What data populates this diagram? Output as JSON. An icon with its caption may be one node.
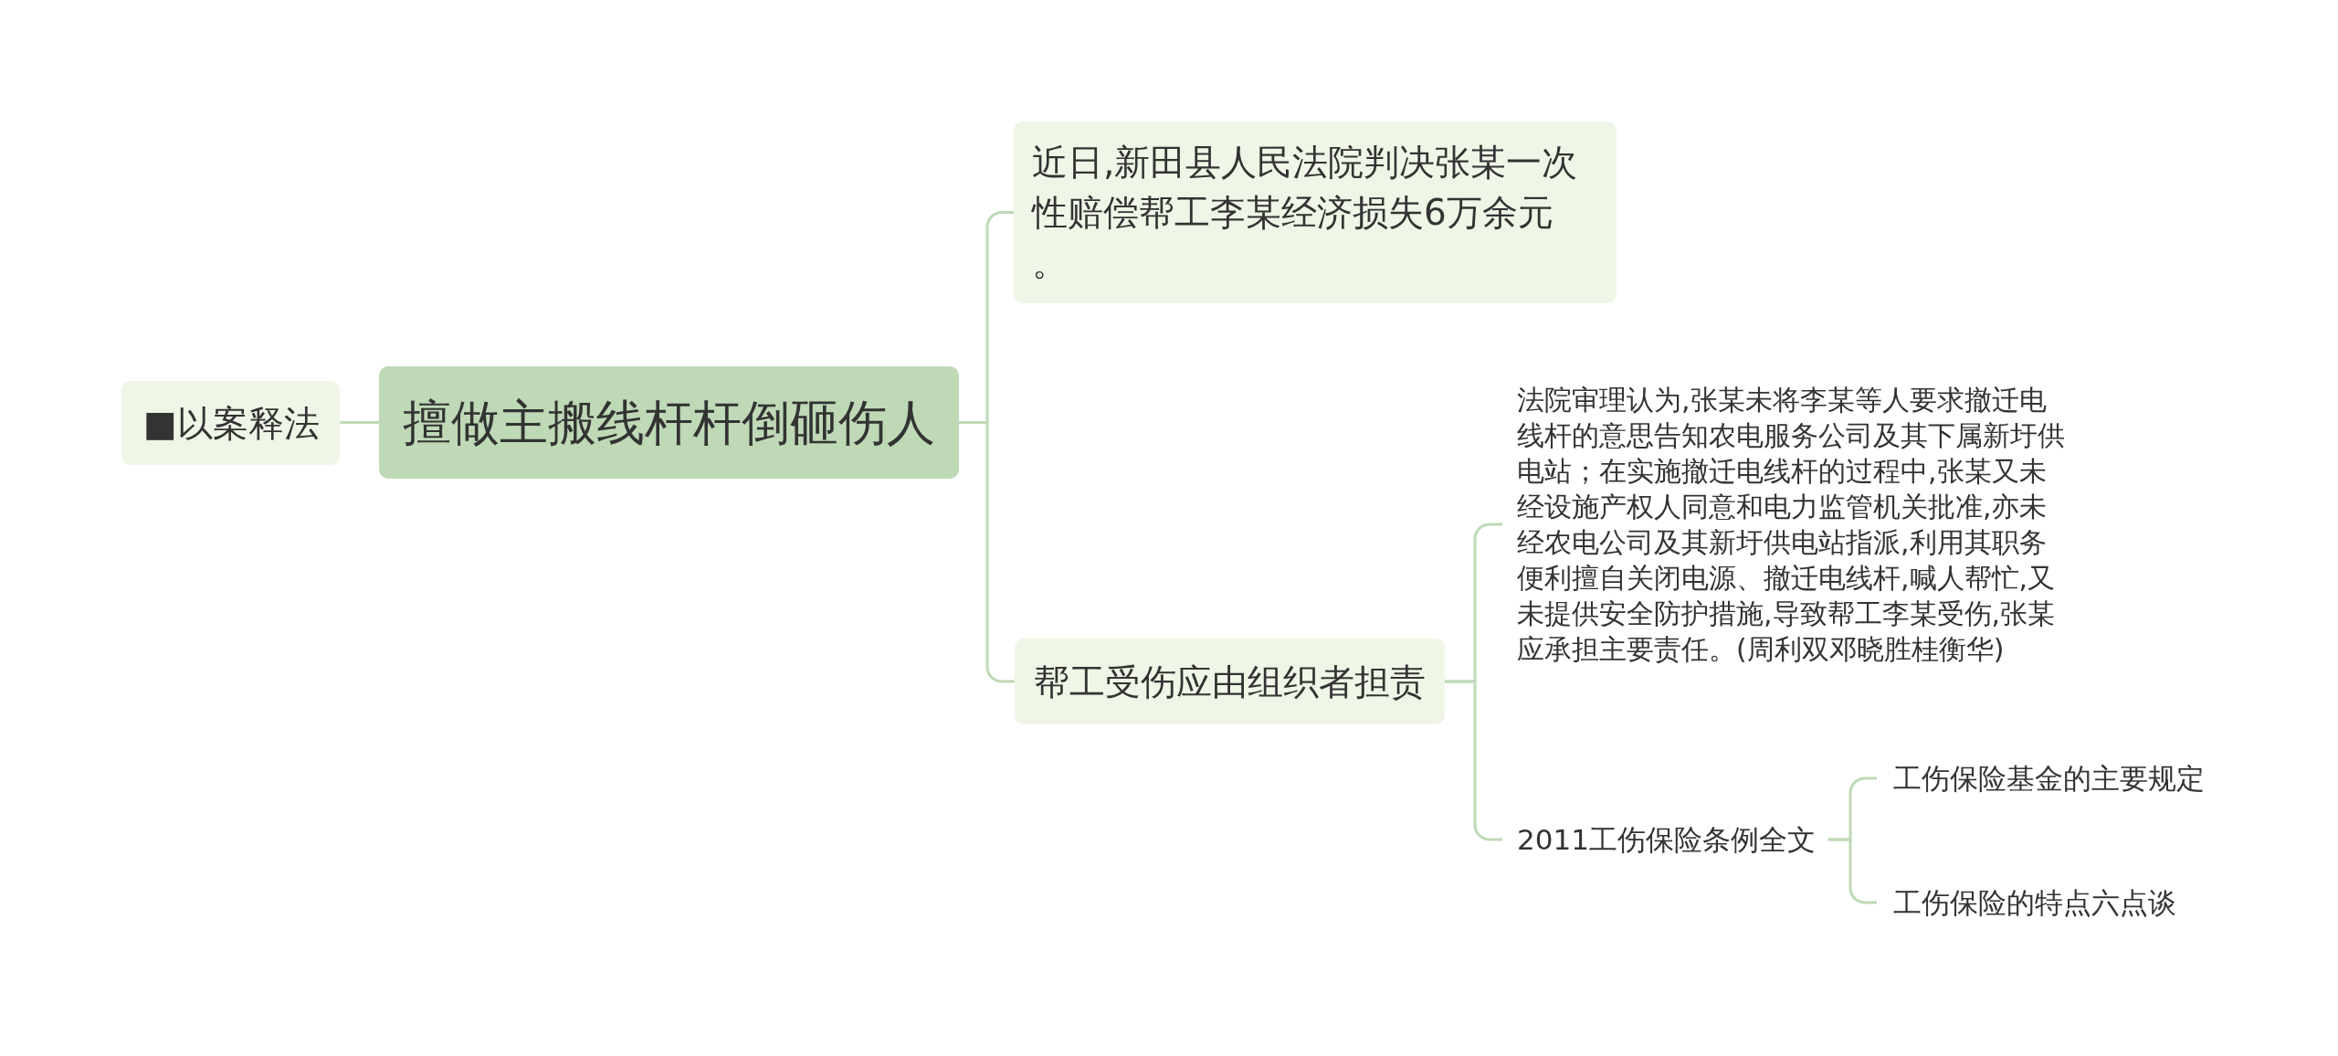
{
  "diagram": {
    "nodes": [
      {
        "text": [
          "■以案释法"
        ]
      },
      {
        "text": [
          "擅做主搬线杆杆倒砸伤人"
        ]
      },
      {
        "text": [
          "近日,新田县人民法院判决张某一次性赔偿帮工李某经济损失6万余元。"
        ]
      },
      {
        "text": [
          "帮工受伤应由组织者担责"
        ]
      },
      {
        "text": [
          "法院审理认为,张某未将李某等人要求撤迁电线杆的意思告知农电服务公司及其下属新圩供电站；在实施撤迁电线杆的过程中,张某又未经设施产权人同意和电力监管机关批准,亦未经农电公司及其新圩供电站指派,利用其职务便利擅自关闭电源、撤迁电线杆,喊人帮忙,又未提供安全防护措施,导致帮工李某受伤,张某应承担主要责任。(周利双邓晓胜桂衡华)"
        ]
      },
      {
        "text": [
          "2011工伤保险条例全文"
        ]
      },
      {
        "text": [
          "工伤保险基金的主要规定"
        ]
      },
      {
        "text": [
          "工伤保险的特点六点谈"
        ]
      }
    ],
    "edges": [
      {
        "from": 1,
        "to": 0,
        "arrow": "none"
      },
      {
        "from": 1,
        "to": 2,
        "arrow": "none"
      },
      {
        "from": 1,
        "to": 3,
        "arrow": "none"
      },
      {
        "from": 3,
        "to": 4,
        "arrow": "none"
      },
      {
        "from": 3,
        "to": 5,
        "arrow": "none"
      },
      {
        "from": 5,
        "to": 6,
        "arrow": "none"
      },
      {
        "from": 5,
        "to": 7,
        "arrow": "none"
      }
    ]
  }
}
